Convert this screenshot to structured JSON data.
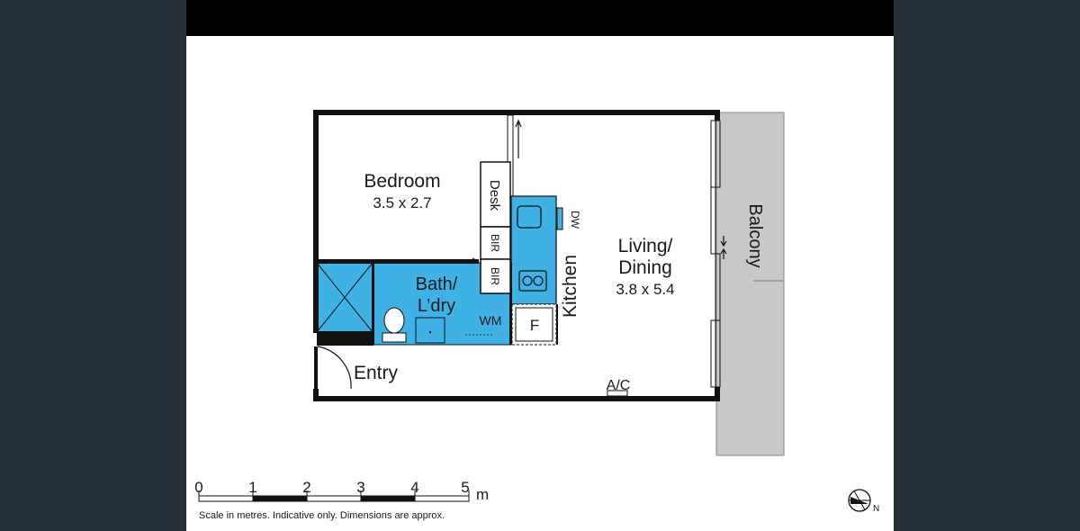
{
  "rooms": {
    "bedroom": {
      "name": "Bedroom",
      "dims": "3.5 x 2.7"
    },
    "living": {
      "name_line1": "Living/",
      "name_line2": "Dining",
      "dims": "3.8 x 5.4"
    },
    "bath": {
      "name_line1": "Bath/",
      "name_line2": "L’dry"
    },
    "kitchen": {
      "name": "Kitchen"
    },
    "balcony": {
      "name": "Balcony"
    },
    "entry": {
      "name": "Entry"
    }
  },
  "fixtures": {
    "desk": "Desk",
    "bir_1": "BIR",
    "bir_2": "BIR",
    "dishwasher": "DW",
    "washing_machine": "WM",
    "fridge": "F",
    "air_con": "A/C"
  },
  "scale": {
    "ticks": [
      "0",
      "1",
      "2",
      "3",
      "4",
      "5"
    ],
    "unit": "m",
    "note": "Scale in metres. Indicative only. Dimensions are approx."
  },
  "compass": {
    "north_label": "N"
  },
  "colors": {
    "wet_area": "#3fb1e5",
    "balcony": "#c8c8c8",
    "wall": "#111111"
  }
}
